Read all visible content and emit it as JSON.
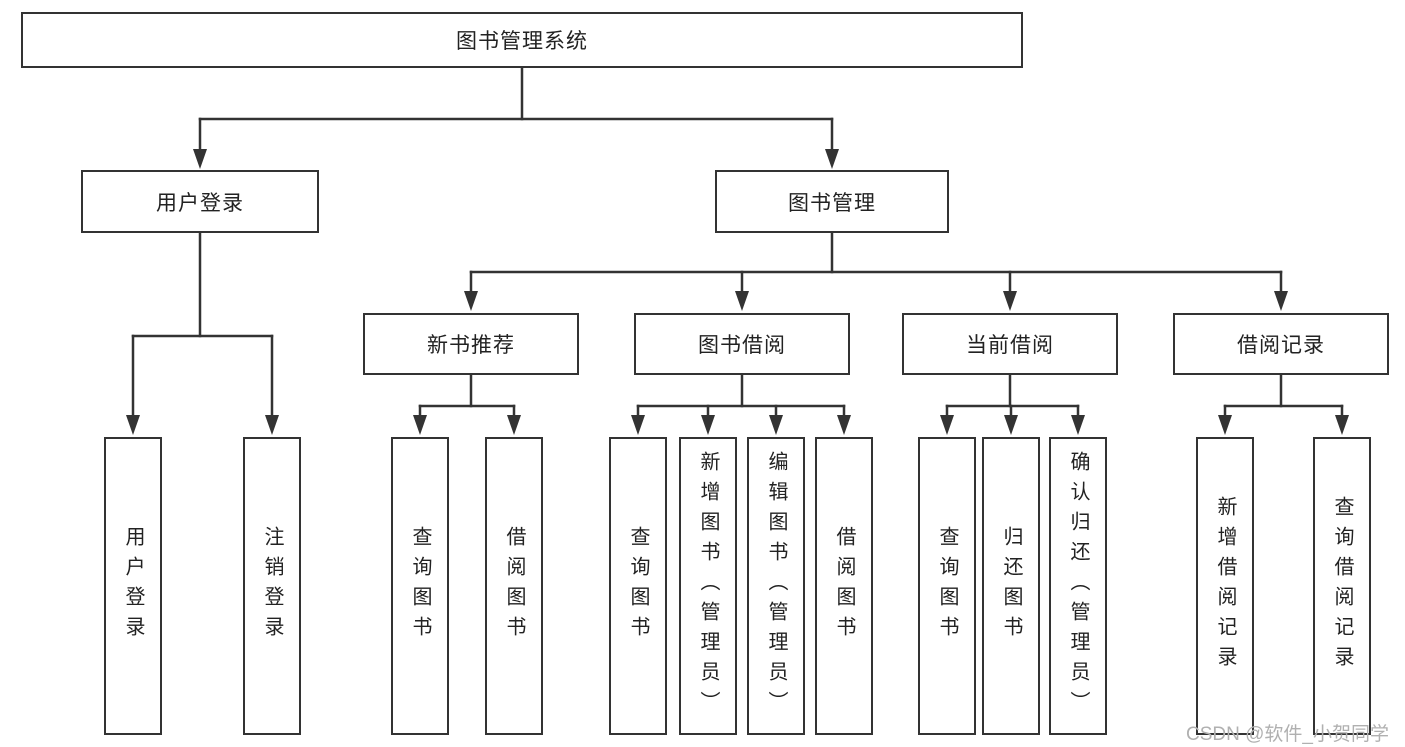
{
  "diagram_title": "图书管理系统",
  "tree": {
    "label": "图书管理系统",
    "children": [
      {
        "label": "用户登录",
        "children": [
          {
            "label": "用户登录"
          },
          {
            "label": "注销登录"
          }
        ]
      },
      {
        "label": "图书管理",
        "children": [
          {
            "label": "新书推荐",
            "children": [
              {
                "label": "查询图书"
              },
              {
                "label": "借阅图书"
              }
            ]
          },
          {
            "label": "图书借阅",
            "children": [
              {
                "label": "查询图书"
              },
              {
                "label": "新增图书（管理员）"
              },
              {
                "label": "编辑图书（管理员）"
              },
              {
                "label": "借阅图书"
              }
            ]
          },
          {
            "label": "当前借阅",
            "children": [
              {
                "label": "查询图书"
              },
              {
                "label": "归还图书"
              },
              {
                "label": "确认归还（管理员）"
              }
            ]
          },
          {
            "label": "借阅记录",
            "children": [
              {
                "label": "新增借阅记录"
              },
              {
                "label": "查询借阅记录"
              }
            ]
          }
        ]
      }
    ]
  },
  "watermark": {
    "text": "CSDN @软件_小贺同学"
  },
  "colors": {
    "line": "#333333",
    "box_background": "#ffffff",
    "text": "#222222",
    "watermark": "#b0b0b0"
  }
}
